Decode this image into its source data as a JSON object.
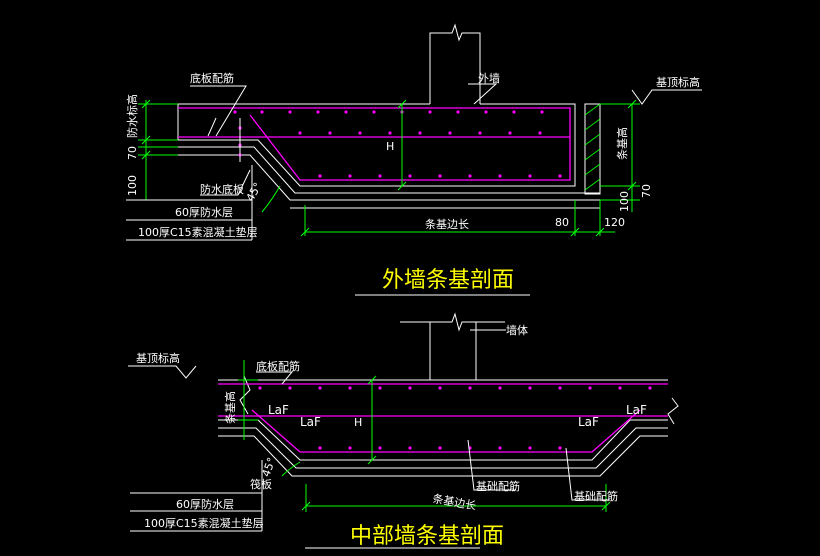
{
  "colors": {
    "background": "#000000",
    "outline": "#ffffff",
    "rebar": "#ff00ff",
    "dimension": "#00ff00",
    "title": "#ffff00",
    "dots": "#ff00ff"
  },
  "top": {
    "title": "外墙条基剖面",
    "wall_label": "外墙",
    "base_rebar_label": "底板配筋",
    "waterproof_label": "防水底板",
    "layer1": "60厚防水层",
    "layer2": "100厚C15素混凝土垫层",
    "foundation_level": "基顶标高",
    "base_edge": "条基边长",
    "side_height": "条基高",
    "h_label": "H",
    "angle": "45°",
    "dim_80": "80",
    "dim_120": "120",
    "dim_100_left": "100",
    "dim_70_left": "70",
    "left_vertical_label": "防水标高",
    "dim_70_right": "70",
    "dim_100_right": "100"
  },
  "bottom": {
    "title": "中部墙条基剖面",
    "wall_label": "墙体",
    "foundation_level": "基顶标高",
    "base_rebar_label": "底板配筋",
    "side_label": "条基高",
    "h_label": "H",
    "laf_left_outer": "LaF",
    "laf_left_inner": "LaF",
    "laf_right_inner": "LaF",
    "laf_right_outer": "LaF",
    "angle": "45°",
    "slab_label": "筏板",
    "layer1": "60厚防水层",
    "layer2": "100厚C15素混凝土垫层",
    "base_edge": "条基边长",
    "rebar_a": "基础配筋",
    "rebar_b": "基础配筋"
  }
}
